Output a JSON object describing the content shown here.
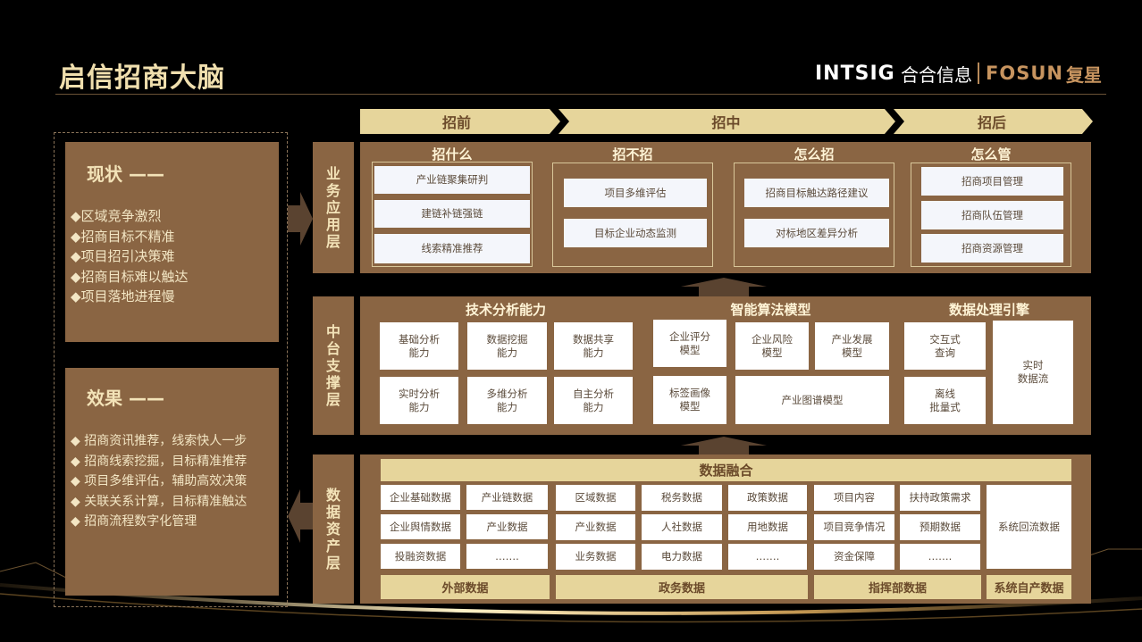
{
  "header": {
    "title": "启信招商大脑",
    "logo_intsig": "INTSIG",
    "logo_intsig_cn": "合合信息",
    "logo_fosun": "FOSUN",
    "logo_fosun_cn": "复星"
  },
  "status": {
    "title": "现状 ——",
    "items": [
      "◆区域竞争激烈",
      "◆招商目标不精准",
      "◆项目招引决策难",
      "◆招商目标难以触达",
      "◆项目落地进程慢"
    ]
  },
  "effect": {
    "title": "效果 ——",
    "items": [
      "◆ 招商资讯推荐，线索快人一步",
      "◆ 招商线索挖掘，目标精准推荐",
      "◆ 项目多维评估，辅助高效决策",
      "◆ 关联关系计算，目标精准触达",
      "◆ 招商流程数字化管理"
    ]
  },
  "phases": [
    "招前",
    "招中",
    "招后"
  ],
  "layers": {
    "app": "业务应用层",
    "middle": "中台支撑层",
    "data": "数据资产层"
  },
  "app": {
    "cols": [
      {
        "title": "招什么",
        "items": [
          "产业链聚集研判",
          "建链补链强链",
          "线索精准推荐"
        ]
      },
      {
        "title": "招不招",
        "items": [
          "项目多维评估",
          "目标企业动态监测"
        ]
      },
      {
        "title": "怎么招",
        "items": [
          "招商目标触达路径建议",
          "对标地区差异分析"
        ]
      },
      {
        "title": "怎么管",
        "items": [
          "招商项目管理",
          "招商队伍管理",
          "招商资源管理"
        ]
      }
    ]
  },
  "middle": {
    "tech": {
      "title": "技术分析能力",
      "items": [
        "基础分析\n能力",
        "数据挖掘\n能力",
        "数据共享\n能力",
        "实时分析\n能力",
        "多维分析\n能力",
        "自主分析\n能力"
      ]
    },
    "algo": {
      "title": "智能算法模型",
      "items": [
        "企业评分\n模型",
        "企业风险\n模型",
        "产业发展\n模型",
        "标签画像\n模型",
        "产业图谱模型"
      ]
    },
    "engine": {
      "title": "数据处理引擎",
      "items": [
        "交互式\n查询",
        "离线\n批量式",
        "实时\n数据流"
      ]
    }
  },
  "data": {
    "fusion": "数据融合",
    "external": {
      "label": "外部数据",
      "items": [
        "企业基础数据",
        "产业链数据",
        "企业舆情数据",
        "产业数据",
        "投融资数据",
        "……."
      ]
    },
    "gov": {
      "label": "政务数据",
      "items": [
        "区域数据",
        "税务数据",
        "政策数据",
        "产业数据",
        "人社数据",
        "用地数据",
        "业务数据",
        "电力数据",
        "……."
      ]
    },
    "hq": {
      "label": "指挥部数据",
      "items": [
        "项目内容",
        "扶持政策需求",
        "项目竞争情况",
        "预期数据",
        "资金保障",
        "……."
      ]
    },
    "sys": {
      "label": "系统自产数据",
      "item": "系统回流数据"
    }
  }
}
